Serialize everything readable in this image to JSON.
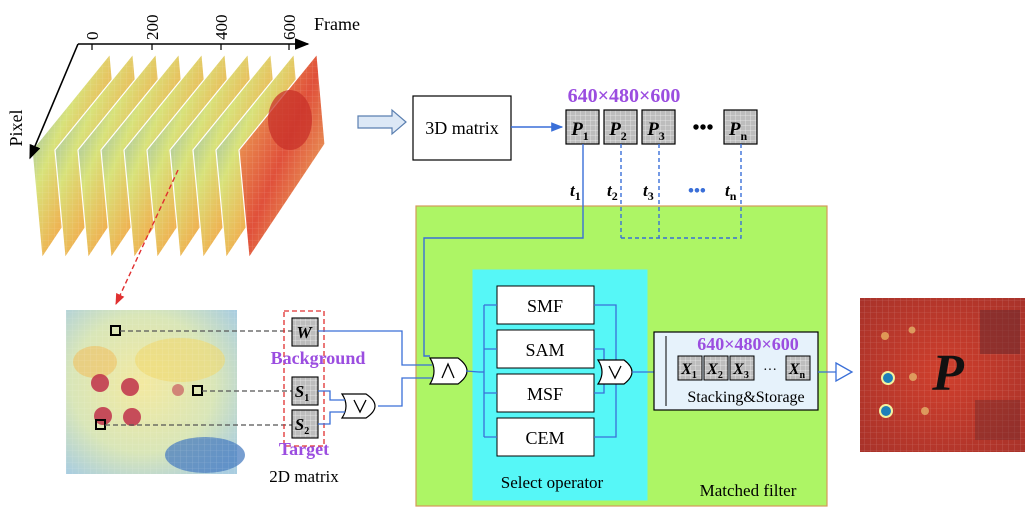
{
  "stack": {
    "axis_frame_label": "Frame",
    "axis_pixel_label": "Pixel",
    "frame_ticks": [
      "0",
      "200",
      "400",
      "600"
    ]
  },
  "matrix3d": {
    "label": "3D matrix",
    "dims": "640×480×600",
    "cells": [
      {
        "base": "P",
        "sub": "1"
      },
      {
        "base": "P",
        "sub": "2"
      },
      {
        "base": "P",
        "sub": "3"
      },
      {
        "base": "P",
        "sub": "n"
      }
    ],
    "ellipsis": "•••"
  },
  "times": [
    {
      "base": "t",
      "sub": "1"
    },
    {
      "base": "t",
      "sub": "2"
    },
    {
      "base": "t",
      "sub": "3"
    },
    {
      "base": "t",
      "sub": "n"
    }
  ],
  "times_ellipsis": "•••",
  "matrix2d": {
    "cells": [
      {
        "base": "W",
        "sub": ""
      },
      {
        "base": "S",
        "sub": "1"
      },
      {
        "base": "S",
        "sub": "2"
      }
    ],
    "background_label": "Background",
    "target_label": "Target",
    "caption": "2D matrix"
  },
  "operators": [
    "SMF",
    "SAM",
    "MSF",
    "CEM"
  ],
  "select_operator_label": "Select operator",
  "matched_filter_label": "Matched filter",
  "storage": {
    "dims": "640×480×600",
    "cells": [
      {
        "base": "X",
        "sub": "1"
      },
      {
        "base": "X",
        "sub": "2"
      },
      {
        "base": "X",
        "sub": "3"
      },
      {
        "base": "X",
        "sub": "n"
      }
    ],
    "ellipsis": "···",
    "label": "Stacking&Storage"
  },
  "result_letter": "P",
  "colors": {
    "accent_purple": "#9b4de0",
    "line_blue": "#3a6fd8",
    "matched_filter_bg": "#adf565",
    "select_operator_bg": "#56f7f7",
    "storage_bg": "#e6f2fb",
    "cell_gray": "#b8b8b8"
  }
}
